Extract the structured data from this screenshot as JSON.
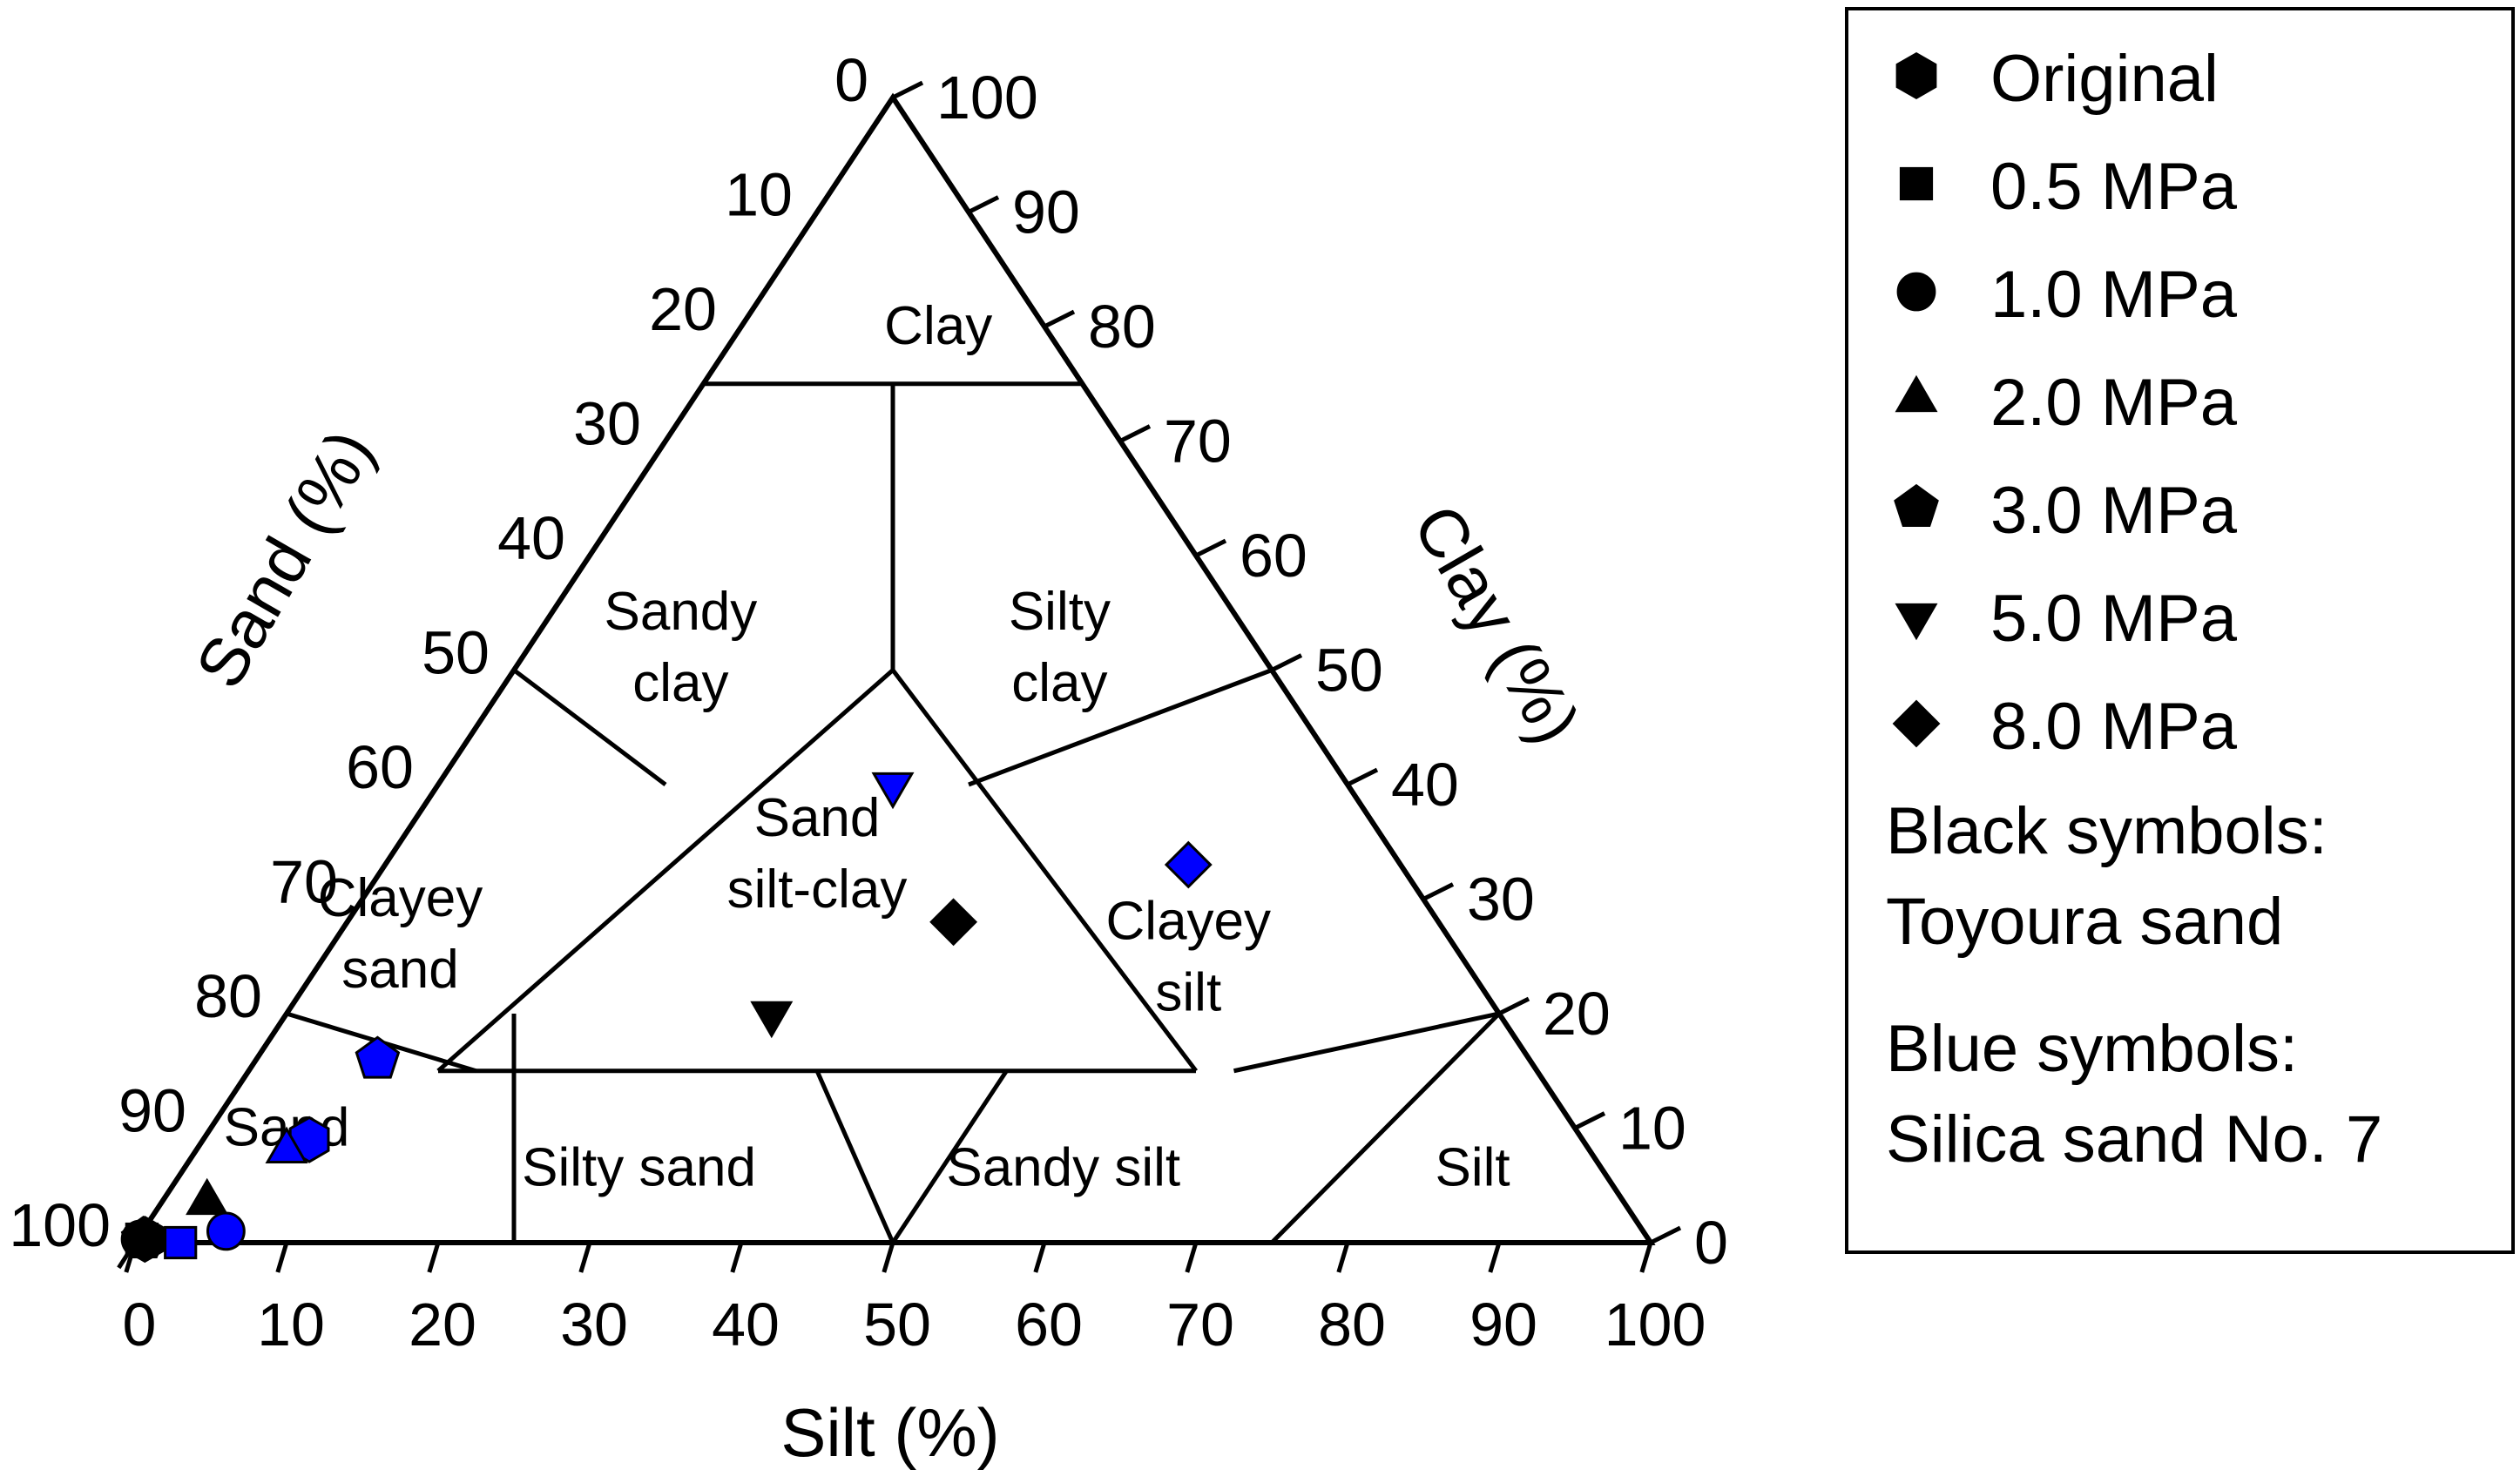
{
  "chart_data": {
    "type": "scatter",
    "subtype": "ternary",
    "axes": {
      "silt": {
        "label": "Silt (%)",
        "range": [
          0,
          100
        ],
        "ticks": [
          0,
          10,
          20,
          30,
          40,
          50,
          60,
          70,
          80,
          90,
          100
        ]
      },
      "clay": {
        "label": "Clay (%)",
        "range": [
          0,
          100
        ],
        "ticks": [
          0,
          10,
          20,
          30,
          40,
          50,
          60,
          70,
          80,
          90,
          100
        ]
      },
      "sand": {
        "label": "Sand (%)",
        "range": [
          0,
          100
        ],
        "ticks": [
          0,
          10,
          20,
          30,
          40,
          50,
          60,
          70,
          80,
          90,
          100
        ]
      }
    },
    "regions": [
      {
        "name": "clay",
        "label": [
          "Clay"
        ],
        "anchor": {
          "silt": 13,
          "clay": 80
        }
      },
      {
        "name": "sandy-clay",
        "label": [
          "Sandy",
          "clay"
        ],
        "anchor": {
          "silt": 10,
          "clay": 52
        }
      },
      {
        "name": "silty-clay",
        "label": [
          "Silty",
          "clay"
        ],
        "anchor": {
          "silt": 35,
          "clay": 52
        }
      },
      {
        "name": "sand-silt-clay",
        "label": [
          "Sand",
          "silt-clay"
        ],
        "anchor": {
          "silt": 28,
          "clay": 34
        }
      },
      {
        "name": "clayey-sand",
        "label": [
          "Clayey",
          "sand"
        ],
        "anchor": {
          "silt": 4,
          "clay": 27
        }
      },
      {
        "name": "clayey-silt",
        "label": [
          "Clayey",
          "silt"
        ],
        "anchor": {
          "silt": 57,
          "clay": 25
        }
      },
      {
        "name": "sand",
        "label": [
          "Sand"
        ],
        "anchor": {
          "silt": 5,
          "clay": 10
        }
      },
      {
        "name": "silty-sand",
        "label": [
          "Silty sand"
        ],
        "anchor": {
          "silt": 30,
          "clay": 6.5
        }
      },
      {
        "name": "sandy-silt",
        "label": [
          "Sandy silt"
        ],
        "anchor": {
          "silt": 58,
          "clay": 6.5
        }
      },
      {
        "name": "silt",
        "label": [
          "Silt"
        ],
        "anchor": {
          "silt": 85,
          "clay": 6.5
        }
      }
    ],
    "boundaries": [
      [
        {
          "silt": 0,
          "clay": 75
        },
        {
          "silt": 25,
          "clay": 75
        }
      ],
      [
        {
          "silt": 12.5,
          "clay": 75
        },
        {
          "silt": 25,
          "clay": 50
        }
      ],
      [
        {
          "silt": 0,
          "clay": 50
        },
        {
          "silt": 15,
          "clay": 40
        }
      ],
      [
        {
          "silt": 50,
          "clay": 50
        },
        {
          "silt": 35,
          "clay": 40
        }
      ],
      [
        {
          "silt": 0,
          "clay": 20
        },
        {
          "silt": 15,
          "clay": 15
        }
      ],
      [
        {
          "silt": 80,
          "clay": 20
        },
        {
          "silt": 65,
          "clay": 15
        }
      ],
      [
        {
          "silt": 12.5,
          "clay": 15
        },
        {
          "silt": 62.5,
          "clay": 15
        }
      ],
      [
        {
          "silt": 12.5,
          "clay": 15
        },
        {
          "silt": 25,
          "clay": 50
        }
      ],
      [
        {
          "silt": 62.5,
          "clay": 15
        },
        {
          "silt": 25,
          "clay": 50
        }
      ],
      [
        {
          "silt": 50,
          "clay": 0
        },
        {
          "silt": 37.5,
          "clay": 15
        }
      ],
      [
        {
          "silt": 25,
          "clay": 0
        },
        {
          "silt": 15,
          "clay": 20
        }
      ],
      [
        {
          "silt": 75,
          "clay": 0
        },
        {
          "silt": 80,
          "clay": 20
        }
      ],
      [
        {
          "silt": 50,
          "clay": 0
        },
        {
          "silt": 50,
          "clay": 15
        }
      ]
    ],
    "series": [
      {
        "name": "Original",
        "marker": "hexagon",
        "color": "#000000",
        "points": [
          {
            "silt": 0.5,
            "clay": 0.3
          }
        ]
      },
      {
        "name": "0.5 MPa",
        "marker": "square",
        "color": "#000000",
        "points": [
          {
            "silt": 0.3,
            "clay": 0.3
          }
        ]
      },
      {
        "name": "1.0 MPa",
        "marker": "circle",
        "color": "#000000",
        "points": [
          {
            "silt": 0.2,
            "clay": 0.3
          }
        ]
      },
      {
        "name": "2.0 MPa",
        "marker": "triangle-up",
        "color": "#000000",
        "points": [
          {
            "silt": 3,
            "clay": 3.5
          }
        ]
      },
      {
        "name": "3.0 MPa",
        "marker": "pentagon",
        "color": "#000000",
        "points": [
          {
            "silt": 0.4,
            "clay": 0.3
          }
        ]
      },
      {
        "name": "5.0 MPa",
        "marker": "triangle-down",
        "color": "#000000",
        "points": [
          {
            "silt": 32,
            "clay": 20
          }
        ]
      },
      {
        "name": "8.0 MPa",
        "marker": "diamond",
        "color": "#000000",
        "points": [
          {
            "silt": 40,
            "clay": 28
          }
        ]
      },
      {
        "name": "Original",
        "marker": "hexagon",
        "color": "#0000ff",
        "points": [
          {
            "silt": 7,
            "clay": 9
          }
        ]
      },
      {
        "name": "0.5 MPa",
        "marker": "square",
        "color": "#0000ff",
        "points": [
          {
            "silt": 3,
            "clay": 0
          }
        ]
      },
      {
        "name": "1.0 MPa",
        "marker": "circle",
        "color": "#0000ff",
        "points": [
          {
            "silt": 5.5,
            "clay": 1
          }
        ]
      },
      {
        "name": "2.0 MPa",
        "marker": "triangle-up",
        "color": "#0000ff",
        "points": [
          {
            "silt": 6,
            "clay": 8
          }
        ]
      },
      {
        "name": "3.0 MPa",
        "marker": "pentagon",
        "color": "#0000ff",
        "points": [
          {
            "silt": 8,
            "clay": 16
          }
        ]
      },
      {
        "name": "5.0 MPa",
        "marker": "triangle-down",
        "color": "#0000ff",
        "points": [
          {
            "silt": 30,
            "clay": 40
          }
        ]
      },
      {
        "name": "8.0 MPa",
        "marker": "diamond",
        "color": "#0000ff",
        "points": [
          {
            "silt": 53,
            "clay": 33
          }
        ]
      }
    ],
    "legend": {
      "placement": "right",
      "items": [
        {
          "label": "Original",
          "marker": "hexagon"
        },
        {
          "label": "0.5 MPa",
          "marker": "square"
        },
        {
          "label": "1.0 MPa",
          "marker": "circle"
        },
        {
          "label": "2.0 MPa",
          "marker": "triangle-up"
        },
        {
          "label": "3.0 MPa",
          "marker": "pentagon"
        },
        {
          "label": "5.0 MPa",
          "marker": "triangle-down"
        },
        {
          "label": "8.0 MPa",
          "marker": "diamond"
        }
      ],
      "notes": [
        [
          "Black symbols:",
          "Toyoura sand"
        ],
        [
          "Blue symbols:",
          "Silica sand No. 7"
        ]
      ]
    },
    "colors": {
      "black_series": "#000000",
      "blue_series": "#0000ff",
      "lines": "#000000"
    },
    "grid": false
  }
}
